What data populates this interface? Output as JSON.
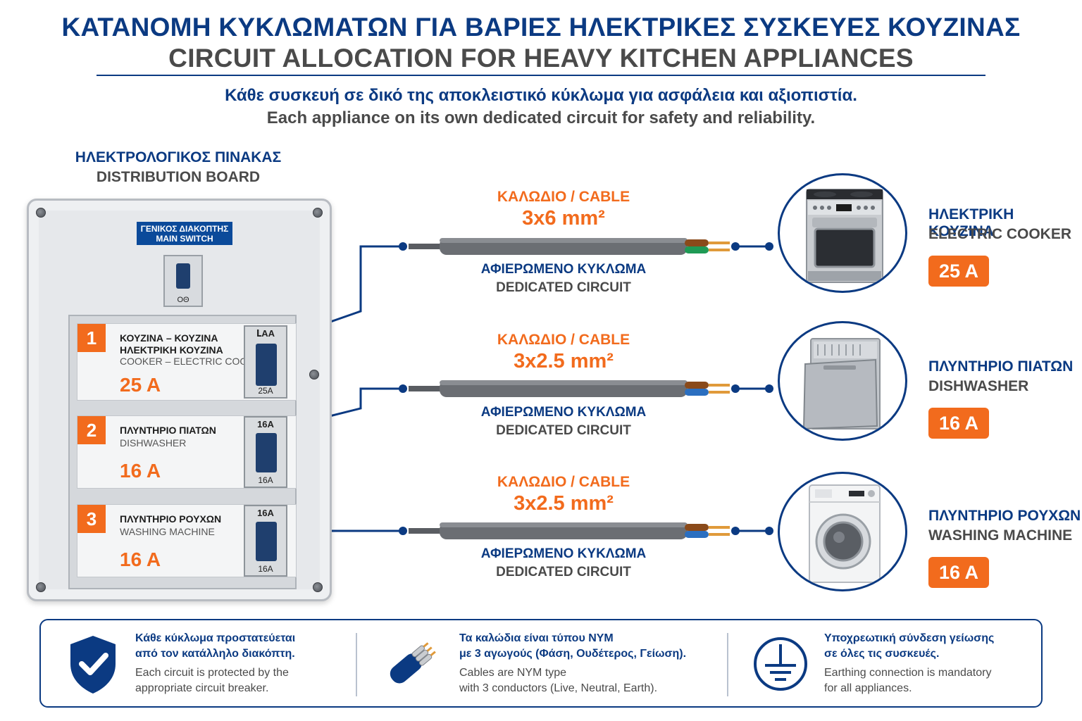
{
  "title": {
    "gr": "ΚΑΤΑΝΟΜΗ ΚΥΚΛΩΜΑΤΩΝ ΓΙΑ ΒΑΡΙΕΣ ΗΛΕΚΤΡΙΚΕΣ ΣΥΣΚΕΥΕΣ ΚΟΥΖΙΝΑΣ",
    "en": "CIRCUIT ALLOCATION FOR HEAVY KITCHEN APPLIANCES"
  },
  "subtitle": {
    "gr": "Κάθε συσκευή σε δικό της αποκλειστικό κύκλωμα για ασφάλεια και αξιοπιστία.",
    "en": "Each appliance on its own dedicated circuit for safety and reliability."
  },
  "board": {
    "label_gr": "ΗΛΕΚΤΡΟΛΟΓΙΚΟΣ ΠΙΝΑΚΑΣ",
    "label_en": "DISTRIBUTION BOARD",
    "main_switch_gr": "ΓΕΝΙΚΟΣ ΔΙΑΚΟΠΤΗΣ",
    "main_switch_en": "MAIN SWITCH",
    "main_switch_mark": "ΟΘ",
    "circuits": [
      {
        "num": "1",
        "name_gr_1": "ΚΟΥΖΙΝΑ – ΚΟΥΖΙΝΑ",
        "name_gr_2": "ΗΛΕΚΤΡΙΚΗ ΚΟΥΖΙΝΑ",
        "name_en": "COOKER – ELECTRIC COOKER",
        "amp": "25 A",
        "rating_top": "ԼAA",
        "rating_bot": "25A"
      },
      {
        "num": "2",
        "name_gr_1": "ΠΛΥΝΤΗΡΙΟ ΠΙΑΤΩΝ",
        "name_en": "DISHWASHER",
        "amp": "16 A",
        "rating_top": "16A",
        "rating_bot": "16A"
      },
      {
        "num": "3",
        "name_gr_1": "ΠΛΥΝΤΗΡΙΟ ΡΟΥΧΩΝ",
        "name_en": "WASHING MACHINE",
        "amp": "16 A",
        "rating_top": "16A",
        "rating_bot": "16A"
      }
    ]
  },
  "cables": [
    {
      "label": "ΚΑΛΩΔΙΟ / CABLE",
      "size": "3x6 mm²",
      "dedicated_gr": "ΑΦΙΕΡΩΜΕΝΟ ΚΥΚΛΩΜΑ",
      "dedicated_en": "DEDICATED CIRCUIT"
    },
    {
      "label": "ΚΑΛΩΔΙΟ / CABLE",
      "size": "3x2.5 mm²",
      "dedicated_gr": "ΑΦΙΕΡΩΜΕΝΟ ΚΥΚΛΩΜΑ",
      "dedicated_en": "DEDICATED CIRCUIT"
    },
    {
      "label": "ΚΑΛΩΔΙΟ / CABLE",
      "size": "3x2.5 mm²",
      "dedicated_gr": "ΑΦΙΕΡΩΜΕΝΟ ΚΥΚΛΩΜΑ",
      "dedicated_en": "DEDICATED CIRCUIT"
    }
  ],
  "appliances": [
    {
      "name_gr": "ΗΛΕΚΤΡΙΚΗ ΚΟΥΖΙΝΑ",
      "name_en": "ELECTRIC COOKER",
      "amp": "25 A",
      "icon": "electric-cooker-icon"
    },
    {
      "name_gr": "ΠΛΥΝΤΗΡΙΟ ΠΙΑΤΩΝ",
      "name_en": "DISHWASHER",
      "amp": "16 A",
      "icon": "dishwasher-icon"
    },
    {
      "name_gr": "ΠΛΥΝΤΗΡΙΟ ΡΟΥΧΩΝ",
      "name_en": "WASHING MACHINE",
      "amp": "16 A",
      "icon": "washing-machine-icon"
    }
  ],
  "footer": [
    {
      "icon": "shield-check-icon",
      "gr_1": "Κάθε κύκλωμα προστατεύεται",
      "gr_2": "από τον κατάλληλο διακόπτη.",
      "en_1": "Each circuit is protected by the",
      "en_2": "appropriate circuit breaker."
    },
    {
      "icon": "cable-icon",
      "gr_1": "Τα καλώδια είναι τύπου NYM",
      "gr_2": "με 3 αγωγούς (Φάση, Ουδέτερος, Γείωση).",
      "en_1": "Cables are NYM type",
      "en_2": "with 3 conductors (Live, Neutral, Earth)."
    },
    {
      "icon": "earth-ground-icon",
      "gr_1": "Υποχρεωτική σύνδεση γείωσης",
      "gr_2": "σε όλες τις συσκευές.",
      "en_1": "Earthing connection is mandatory",
      "en_2": "for all appliances."
    }
  ],
  "colors": {
    "navy": "#0b3a82",
    "orange": "#f26b1d",
    "grey": "#4a4a4a"
  }
}
